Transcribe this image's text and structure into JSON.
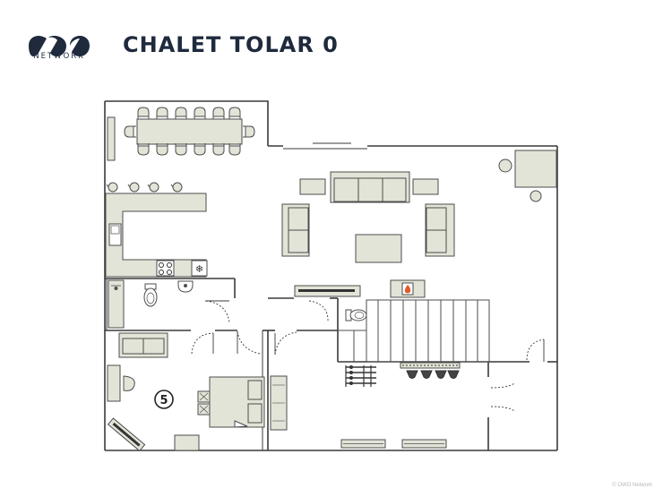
{
  "brand": {
    "wordmark": "NETWORK"
  },
  "title": "CHALET TOLAR 0",
  "room_number": "5",
  "copyright": "© OWO Network",
  "colors": {
    "wall": "#3a3a3a",
    "furniture_fill": "#e3e4d8",
    "furniture_stroke": "#4d4d4d",
    "accent_fire": "#e05a2a",
    "title": "#1f2a3d"
  },
  "icons": [
    "snowflake-icon",
    "fireplace-icon",
    "toilet-icon",
    "sink-icon"
  ]
}
